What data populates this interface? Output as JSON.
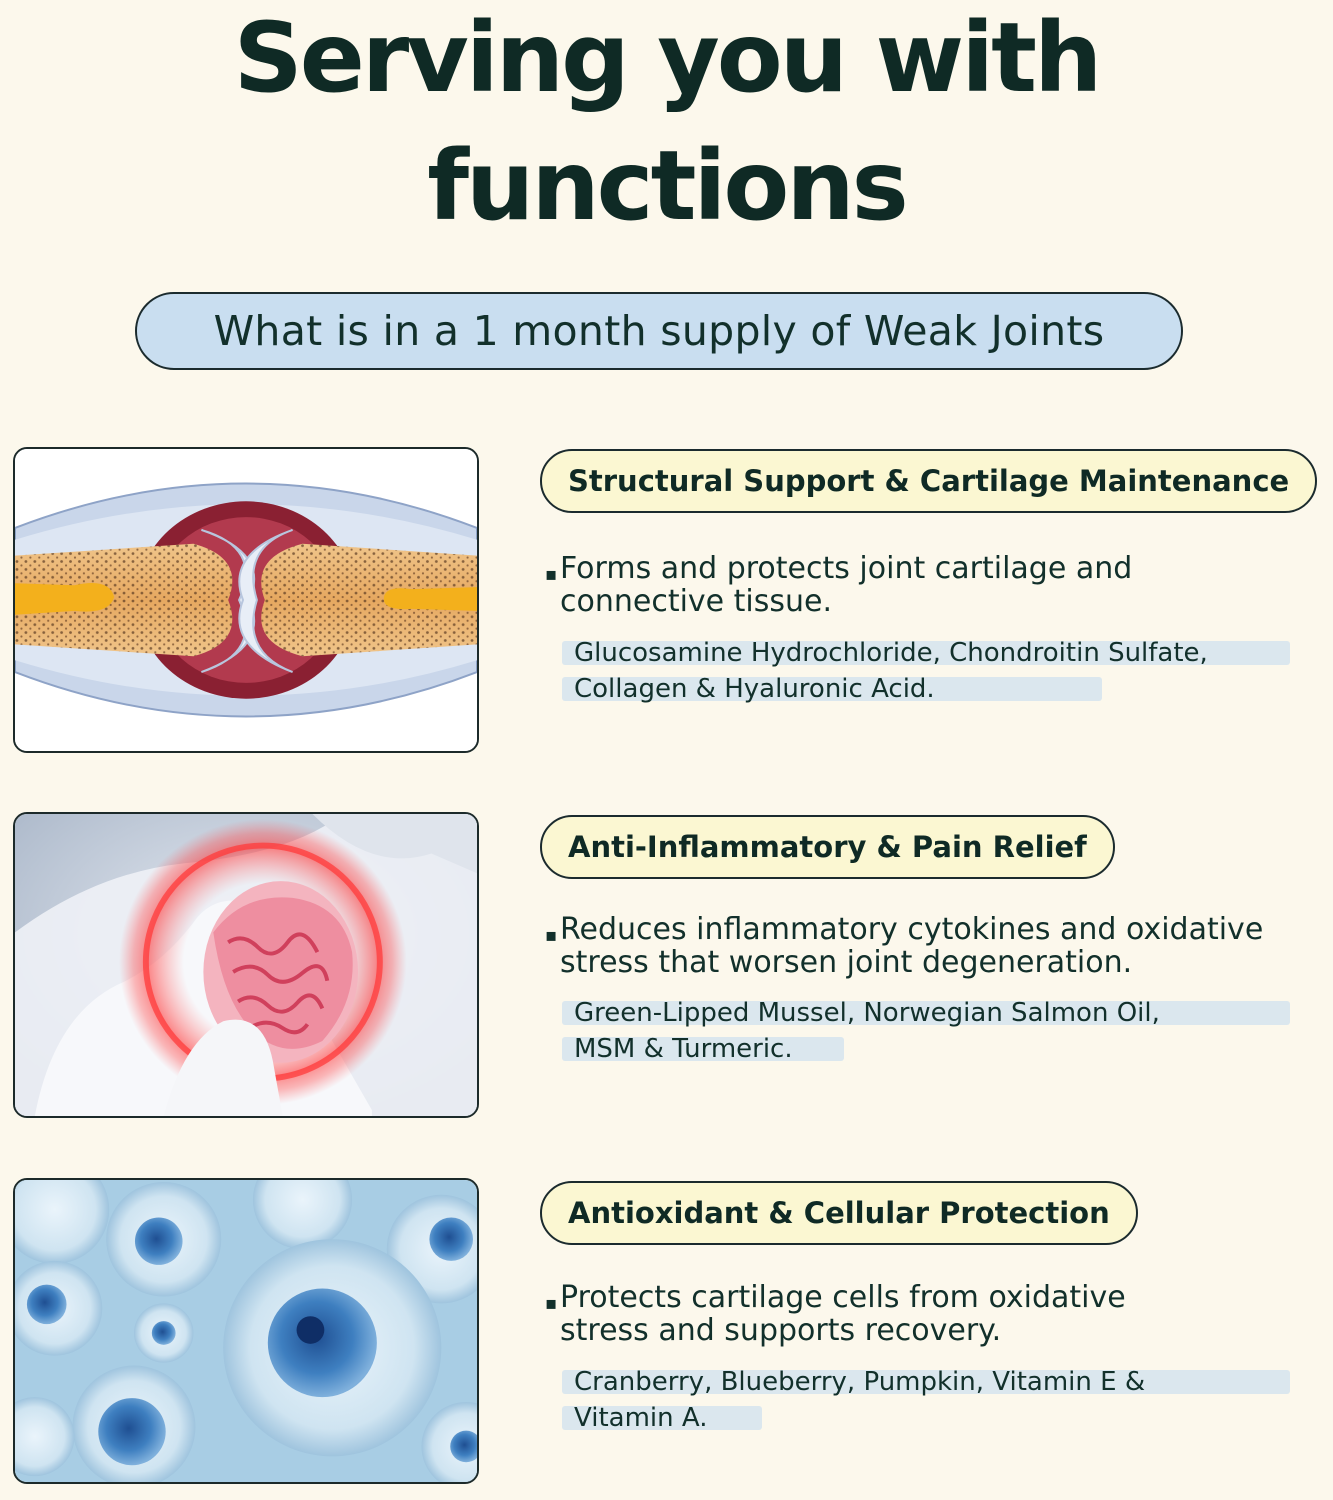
{
  "header": {
    "title_line1": "Serving you with",
    "title_line2": "functions",
    "subtitle": "What is in a 1 month supply of Weak Joints"
  },
  "sections": [
    {
      "image_icon": "joint-cartilage-illustration",
      "heading": "Structural Support & Cartilage Maintenance",
      "bullet": "▪",
      "description_line1": "Forms and protects joint cartilage and",
      "description_line2": "connective tissue.",
      "ingredients_line1": "Glucosamine Hydrochloride, Chondroitin Sulfate,",
      "ingredients_line2": "Collagen & Hyaluronic Acid."
    },
    {
      "image_icon": "inflamed-joint-illustration",
      "heading": "Anti-Inflammatory & Pain Relief",
      "bullet": "▪",
      "description_line1": "Reduces inflammatory cytokines and oxidative",
      "description_line2": "stress that worsen joint degeneration.",
      "ingredients_line1": "Green-Lipped Mussel, Norwegian Salmon Oil,",
      "ingredients_line2": "MSM & Turmeric."
    },
    {
      "image_icon": "cartilage-cells-illustration",
      "heading": "Antioxidant & Cellular Protection",
      "bullet": "▪",
      "description_line1": "Protects cartilage cells from oxidative",
      "description_line2": "stress and supports recovery.",
      "ingredients_line1": "Cranberry, Blueberry, Pumpkin, Vitamin E &",
      "ingredients_line2": "Vitamin A."
    }
  ],
  "colors": {
    "background": "#fcf8ec",
    "title": "#0f2a25",
    "subtitle_fill": "#c9def0",
    "heading_fill": "#fbf7d2",
    "ingredient_highlight": "#dbe7ee"
  }
}
